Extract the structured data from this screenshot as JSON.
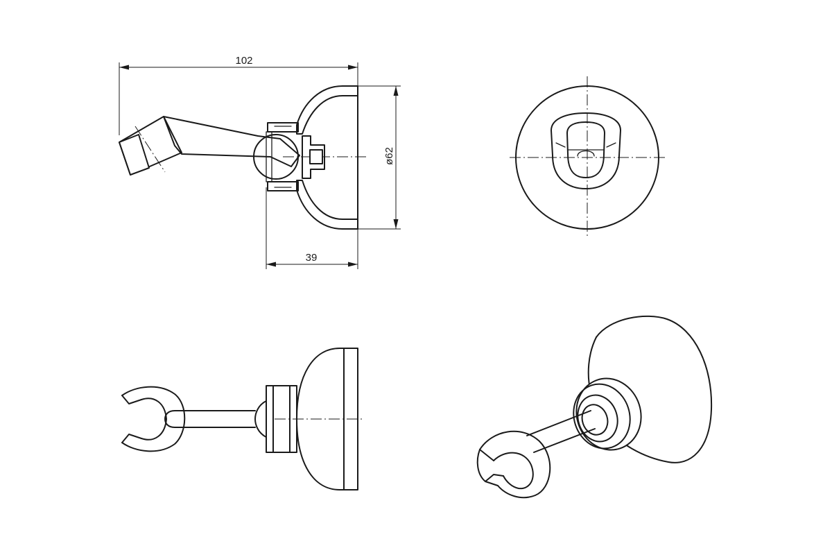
{
  "dimensions": {
    "overall_length": "102",
    "base_diameter": "ø62",
    "base_depth": "39"
  }
}
